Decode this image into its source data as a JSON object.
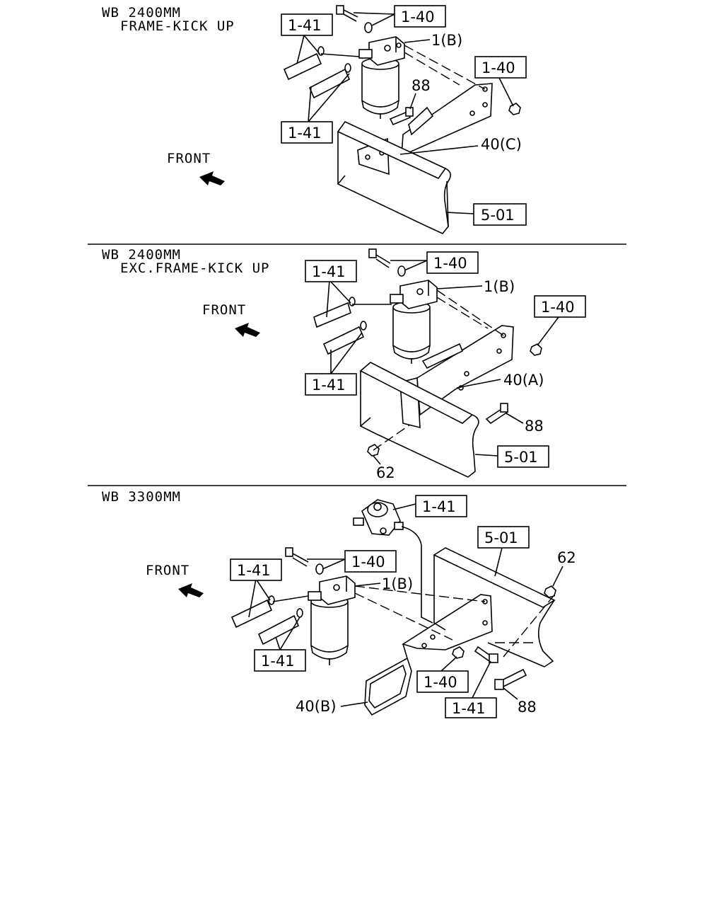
{
  "sections": [
    {
      "heading_line1": "WB 2400MM",
      "heading_line2": "FRAME-KICK UP",
      "front_label": "FRONT",
      "callouts": {
        "bolt_washer": "1-40",
        "filter_bracket": "1(B)",
        "hoses_upper": "1-41",
        "hoses_lower": "1-41",
        "nut": "1-40",
        "bolt": "88",
        "bracket": "40(C)",
        "frame": "5-01"
      }
    },
    {
      "heading_line1": "WB 2400MM",
      "heading_line2": "EXC.FRAME-KICK UP",
      "front_label": "FRONT",
      "callouts": {
        "bolt_washer": "1-40",
        "filter_bracket": "1(B)",
        "hoses_upper": "1-41",
        "hoses_lower": "1-41",
        "nut": "1-40",
        "bracket": "40(A)",
        "bolt": "88",
        "frame": "5-01",
        "frame_nut": "62"
      }
    },
    {
      "heading_line1": "WB 3300MM",
      "front_label": "FRONT",
      "callouts": {
        "priming_pump": "1-41",
        "frame": "5-01",
        "frame_nut": "62",
        "bolt_washer": "1-40",
        "filter_bracket": "1(B)",
        "hoses_upper": "1-41",
        "hoses_lower": "1-41",
        "nut": "1-40",
        "bolt_clip": "1-41",
        "bolt": "88",
        "bracket": "40(B)"
      }
    }
  ]
}
